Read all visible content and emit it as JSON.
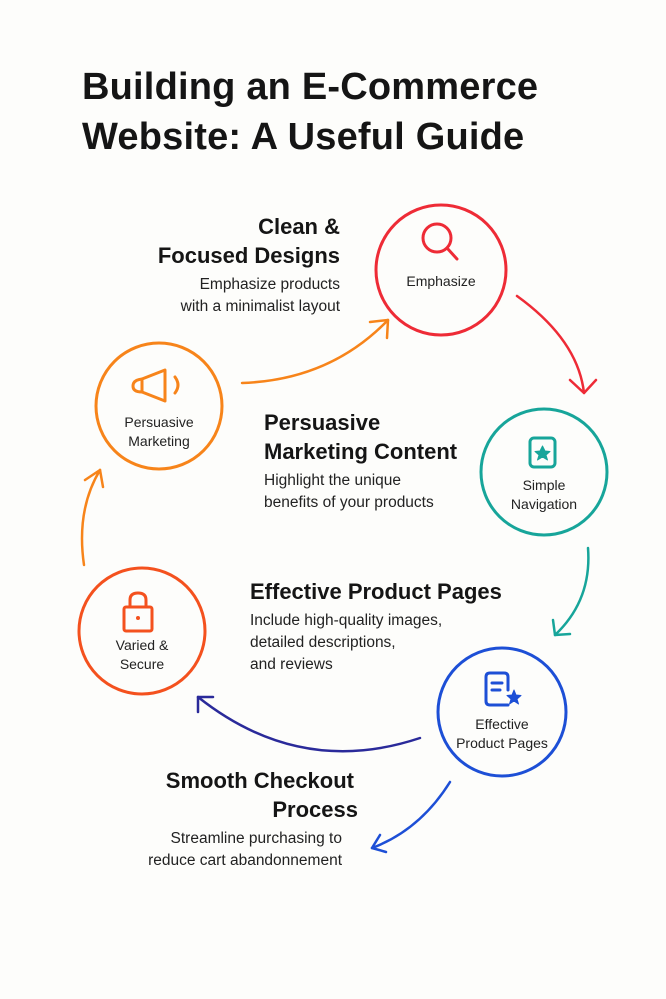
{
  "title": {
    "line1": "Building an E-Commerce",
    "line2": "Website: A Useful Guide"
  },
  "sections": [
    {
      "heading1": "Clean &",
      "heading2": "Focused Designs",
      "body1": "Emphasize products",
      "body2": "with a minimalist layout"
    },
    {
      "heading1": "Persuasive",
      "heading2": "Marketing Content",
      "body1": "Highlight the unique",
      "body2": "benefits of your products"
    },
    {
      "heading1": "Effective Product Pages",
      "body1": "Include high-quality images,",
      "body2": "detailed descriptions,",
      "body3": "and reviews"
    },
    {
      "heading1": "Smooth Checkout",
      "heading2": "Process",
      "body1": "Streamline purchasing to",
      "body2": "reduce cart abandonnement"
    }
  ],
  "nodes": [
    {
      "line1": "Emphasize",
      "icon": "search-icon",
      "color": "#ee2b36"
    },
    {
      "line1": "Simple",
      "line2": "Navigation",
      "icon": "star-card-icon",
      "color": "#17a59a"
    },
    {
      "line1": "Effective",
      "line2": "Product Pages",
      "icon": "document-star-icon",
      "color": "#1d4fd6"
    },
    {
      "line1": "Varied &",
      "line2": "Secure",
      "icon": "lock-icon",
      "color": "#f4511e"
    },
    {
      "line1": "Persuasive",
      "line2": "Marketing",
      "icon": "megaphone-icon",
      "color": "#f7841a"
    }
  ]
}
